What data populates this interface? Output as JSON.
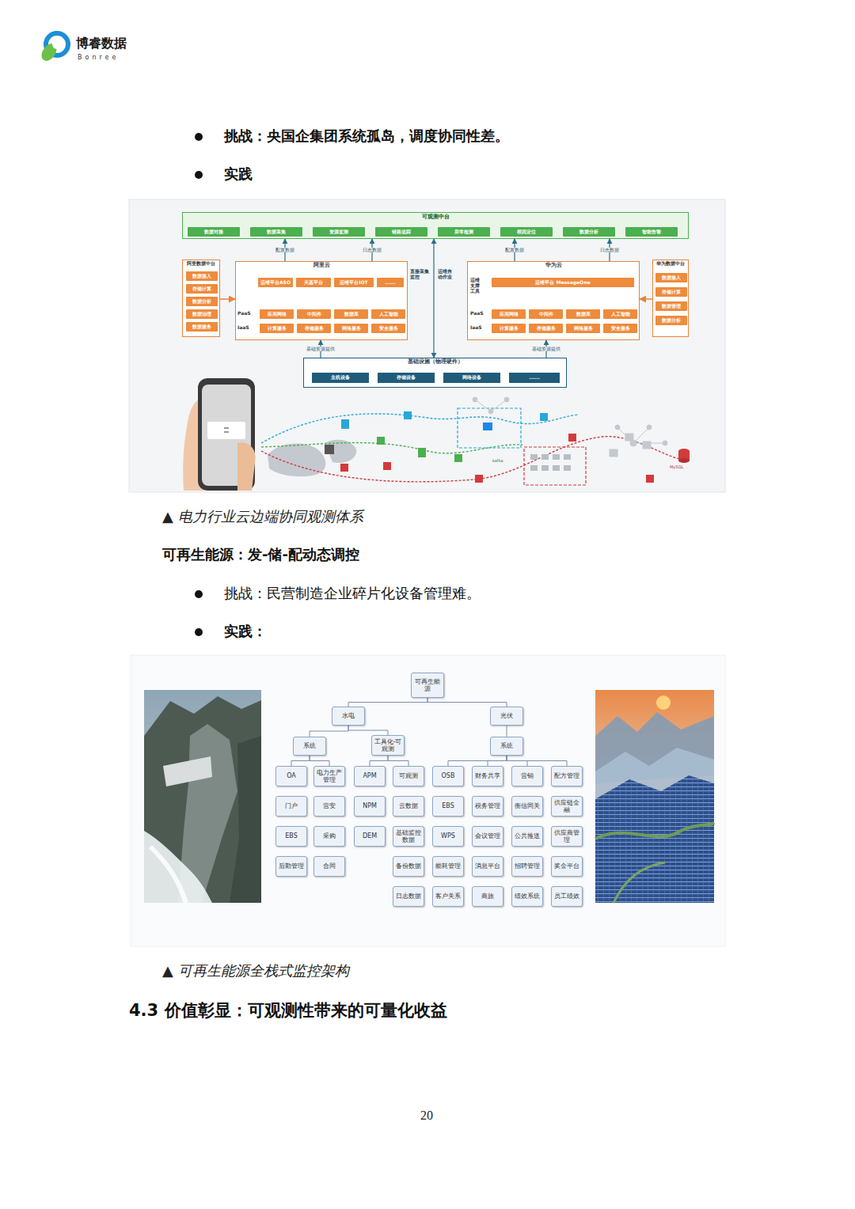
{
  "diagram": {
    "nodes": [
      {
        "text": [
          "可观测中台"
        ]
      },
      {
        "text": [
          "数据对接"
        ],
        "in": 0
      },
      {
        "text": [
          "数据采集"
        ],
        "in": 0
      },
      {
        "text": [
          "资源监测"
        ],
        "in": 0
      },
      {
        "text": [
          "链路追踪"
        ],
        "in": 0
      },
      {
        "text": [
          "异常检测"
        ],
        "in": 0
      },
      {
        "text": [
          "根因定位"
        ],
        "in": 0
      },
      {
        "text": [
          "数据分析"
        ],
        "in": 0
      },
      {
        "text": [
          "智能告警"
        ],
        "in": 0
      },
      {
        "text": [
          "阿里数据中台"
        ]
      },
      {
        "text": [
          "数据接入"
        ],
        "in": 9
      },
      {
        "text": [
          "存储计算"
        ],
        "in": 9
      },
      {
        "text": [
          "数据分析"
        ],
        "in": 9
      },
      {
        "text": [
          "数据治理"
        ],
        "in": 9
      },
      {
        "text": [
          "数据服务"
        ],
        "in": 9
      },
      {
        "text": [
          "阿里云"
        ]
      },
      {
        "text": [
          "运维平台ASO"
        ],
        "in": 15
      },
      {
        "text": [
          "天基平台"
        ],
        "in": 15
      },
      {
        "text": [
          "运维平台IOT"
        ],
        "in": 15
      },
      {
        "text": [
          "......"
        ],
        "in": 15
      },
      {
        "text": [
          "应用网络"
        ],
        "in": 15
      },
      {
        "text": [
          "中间件"
        ],
        "in": 15
      },
      {
        "text": [
          "数据库"
        ],
        "in": 15
      },
      {
        "text": [
          "人工智能"
        ],
        "in": 15
      },
      {
        "text": [
          "计算服务"
        ],
        "in": 15
      },
      {
        "text": [
          "存储服务"
        ],
        "in": 15
      },
      {
        "text": [
          "网络服务"
        ],
        "in": 15
      },
      {
        "text": [
          "安全服务"
        ],
        "in": 15
      },
      {
        "text": [
          "华为云"
        ]
      },
      {
        "text": [
          "运维平台 MessageOne"
        ],
        "in": 28
      },
      {
        "text": [
          "应用网络"
        ],
        "in": 28
      },
      {
        "text": [
          "中间件"
        ],
        "in": 28
      },
      {
        "text": [
          "数据库"
        ],
        "in": 28
      },
      {
        "text": [
          "人工智能"
        ],
        "in": 28
      },
      {
        "text": [
          "计算服务"
        ],
        "in": 28
      },
      {
        "text": [
          "存储服务"
        ],
        "in": 28
      },
      {
        "text": [
          "网络服务"
        ],
        "in": 28
      },
      {
        "text": [
          "安全服务"
        ],
        "in": 28
      },
      {
        "text": [
          "华为数据中台"
        ]
      },
      {
        "text": [
          "数据接入"
        ],
        "in": 38
      },
      {
        "text": [
          "存储计算"
        ],
        "in": 38
      },
      {
        "text": [
          "数据管理"
        ],
        "in": 38
      },
      {
        "text": [
          "数据分析"
        ],
        "in": 38
      },
      {
        "text": [
          "基础设施（物理硬件）"
        ]
      },
      {
        "text": [
          "主机设备"
        ],
        "in": 43
      },
      {
        "text": [
          "存储设备"
        ],
        "in": 43
      },
      {
        "text": [
          "网络设备"
        ],
        "in": 43
      },
      {
        "text": [
          "......"
        ],
        "in": 43
      },
      {
        "text": [
          "可再生能源"
        ]
      },
      {
        "text": [
          "水电"
        ]
      },
      {
        "text": [
          "光伏"
        ]
      },
      {
        "text": [
          "系统"
        ]
      },
      {
        "text": [
          "工具化-可观测"
        ]
      },
      {
        "text": [
          "系统"
        ]
      },
      {
        "text": [
          "OA"
        ]
      },
      {
        "text": [
          "门户"
        ]
      },
      {
        "text": [
          "EBS"
        ]
      },
      {
        "text": [
          "后勤管理"
        ]
      },
      {
        "text": [
          "电力生产管理"
        ]
      },
      {
        "text": [
          "营安"
        ]
      },
      {
        "text": [
          "采购"
        ]
      },
      {
        "text": [
          "合同"
        ]
      },
      {
        "text": [
          "APM"
        ]
      },
      {
        "text": [
          "NPM"
        ]
      },
      {
        "text": [
          "DEM"
        ]
      },
      {
        "text": [
          "可观测"
        ]
      },
      {
        "text": [
          "云数据"
        ]
      },
      {
        "text": [
          "基础监控数据"
        ]
      },
      {
        "text": [
          "备份数据"
        ]
      },
      {
        "text": [
          "日志数据"
        ]
      },
      {
        "text": [
          "OSB"
        ]
      },
      {
        "text": [
          "EBS"
        ]
      },
      {
        "text": [
          "WPS"
        ]
      },
      {
        "text": [
          "能耗管理"
        ]
      },
      {
        "text": [
          "客户关系"
        ]
      },
      {
        "text": [
          "财务共享"
        ]
      },
      {
        "text": [
          "税务管理"
        ]
      },
      {
        "text": [
          "会议管理"
        ]
      },
      {
        "text": [
          "消息平台"
        ]
      },
      {
        "text": [
          "商旅"
        ]
      },
      {
        "text": [
          "营销"
        ]
      },
      {
        "text": [
          "衡信同关"
        ]
      },
      {
        "text": [
          "公共推送"
        ]
      },
      {
        "text": [
          "招聘管理"
        ]
      },
      {
        "text": [
          "绩效系统"
        ]
      },
      {
        "text": [
          "配方管理"
        ]
      },
      {
        "text": [
          "供应链金融"
        ]
      },
      {
        "text": [
          "供应商管理"
        ]
      },
      {
        "text": [
          "奖金平台"
        ]
      },
      {
        "text": [
          "员工绩效"
        ]
      }
    ],
    "edges": [
      {
        "from": 15,
        "to": 0,
        "arrow": "to",
        "label": "配置数据"
      },
      {
        "from": 15,
        "to": 0,
        "arrow": "to",
        "label": "日志数据"
      },
      {
        "from": 28,
        "to": 0,
        "arrow": "to",
        "label": "配置数据"
      },
      {
        "from": 28,
        "to": 0,
        "arrow": "to",
        "label": "日志数据"
      },
      {
        "from": 43,
        "to": 15,
        "arrow": "to",
        "label": "基础资源提供"
      },
      {
        "from": 43,
        "to": 28,
        "arrow": "to",
        "label": "基础资源提供"
      },
      {
        "from": 43,
        "to": 0,
        "arrow": "both"
      },
      {
        "from": 9,
        "to": 15,
        "arrow": "to"
      },
      {
        "from": 38,
        "to": 28,
        "arrow": "to"
      },
      {
        "from": 48,
        "to": 49,
        "arrow": "none"
      },
      {
        "from": 48,
        "to": 50,
        "arrow": "none"
      },
      {
        "from": 49,
        "to": 51,
        "arrow": "none"
      },
      {
        "from": 49,
        "to": 52,
        "arrow": "none"
      },
      {
        "from": 50,
        "to": 53,
        "arrow": "none"
      },
      {
        "from": 51,
        "to": 54,
        "arrow": "none"
      },
      {
        "from": 51,
        "to": 58,
        "arrow": "none"
      },
      {
        "from": 52,
        "to": 62,
        "arrow": "none"
      },
      {
        "from": 52,
        "to": 65,
        "arrow": "none"
      },
      {
        "from": 53,
        "to": 70,
        "arrow": "none"
      },
      {
        "from": 53,
        "to": 75,
        "arrow": "none"
      },
      {
        "from": 53,
        "to": 80,
        "arrow": "none"
      },
      {
        "from": 53,
        "to": 85,
        "arrow": "none"
      }
    ],
    "labels": [
      "博睿数据",
      "Bonree",
      "挑战：央国企集团系统孤岛，调度协同性差。",
      "实践",
      "PaaS",
      "IaaS",
      "PaaS",
      "IaaS",
      "直接采集监控",
      "运维自动作业",
      "运维支撑工具",
      "▲ 电力行业云边端协同观测体系",
      "可再生能源：发-储-配动态调控",
      "挑战：民营制造企业碎片化设备管理难。",
      "实践：",
      "▲ 可再生能源全栈式监控架构",
      "4.3 价值彰显：可观测性带来的可量化收益",
      "20",
      "MySQL",
      "kafka"
    ]
  }
}
